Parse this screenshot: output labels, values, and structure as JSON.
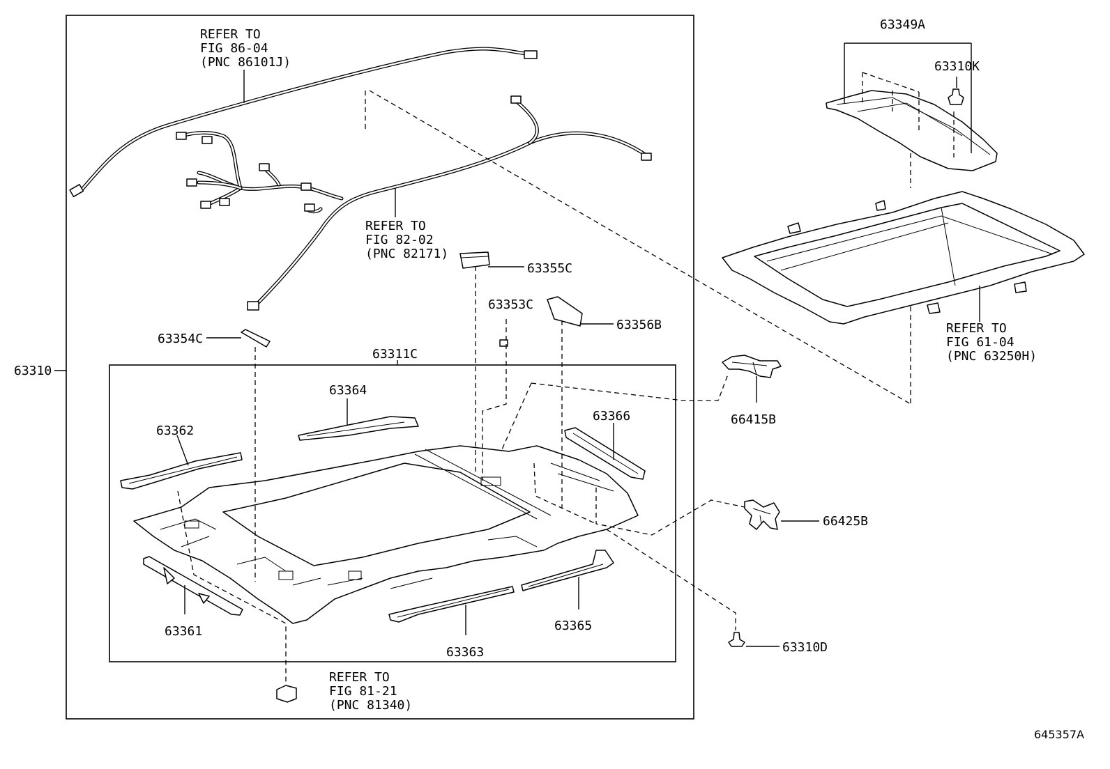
{
  "callouts": {
    "assembly_main": "63310",
    "headliner": "63311C",
    "reinforcement_front": "63364",
    "reinforcement_left": "63362",
    "reinforcement_right": "63366",
    "reinforcement_lower_left": "63361",
    "reinforcement_lower_mid": "63363",
    "reinforcement_lower_right": "63365",
    "pad_a": "63355C",
    "pad_b": "63353C",
    "pad_c": "63356B",
    "pad_d": "63354C",
    "sunshade_assembly": "63349A",
    "sunshade_clip": "63310K",
    "bracket_upper": "66415B",
    "bracket_lower": "66425B",
    "clip": "63310D"
  },
  "references": {
    "harness_roof": [
      "REFER TO",
      "FIG 86-04",
      "(PNC 86101J)"
    ],
    "harness_main": [
      "REFER TO",
      "FIG 82-02",
      "(PNC 82171)"
    ],
    "sunroof_housing": [
      "REFER TO",
      "FIG 61-04",
      "(PNC 63250H)"
    ],
    "lamp": [
      "REFER TO",
      "FIG 81-21",
      "(PNC 81340)"
    ]
  },
  "figure_number": "645357A"
}
